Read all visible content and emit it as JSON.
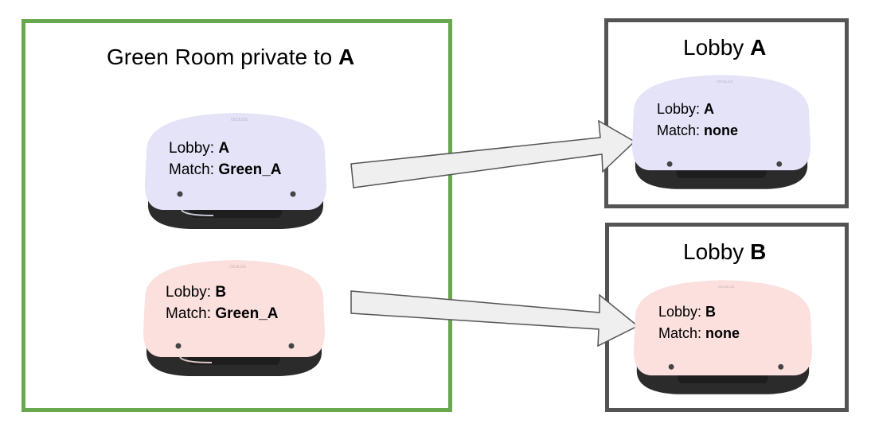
{
  "green_room": {
    "title_prefix": "Green Room private to ",
    "title_owner": "A"
  },
  "lobby_boxes": [
    {
      "title_prefix": "Lobby ",
      "title_name": "A"
    },
    {
      "title_prefix": "Lobby ",
      "title_name": "B"
    }
  ],
  "headsets": [
    {
      "lobby_label": "Lobby: ",
      "lobby_value": "A",
      "match_label": "Match: ",
      "match_value": "Green_A",
      "color": "#e4e3f8",
      "logo": "OCULUS"
    },
    {
      "lobby_label": "Lobby: ",
      "lobby_value": "B",
      "match_label": "Match: ",
      "match_value": "Green_A",
      "color": "#fbe0de",
      "logo": "OCULUS"
    },
    {
      "lobby_label": "Lobby: ",
      "lobby_value": "A",
      "match_label": "Match: ",
      "match_value": "none",
      "color": "#e4e3f8",
      "logo": "OCULUS"
    },
    {
      "lobby_label": "Lobby: ",
      "lobby_value": "B",
      "match_label": "Match: ",
      "match_value": "none",
      "color": "#fbe0de",
      "logo": "OCULUS"
    }
  ],
  "colors": {
    "green_room_border": "#6aa84f",
    "lobby_border": "#545454",
    "arrow_fill": "#efefef",
    "arrow_stroke": "#555555"
  }
}
